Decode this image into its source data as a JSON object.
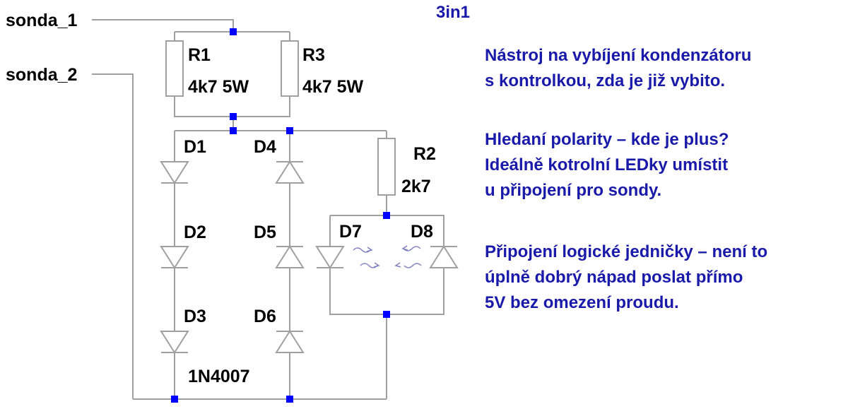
{
  "title": "3in1",
  "ports": {
    "probe1": "sonda_1",
    "probe2": "sonda_2"
  },
  "components": {
    "R1": {
      "name": "R1",
      "value": "4k7 5W"
    },
    "R3": {
      "name": "R3",
      "value": "4k7 5W"
    },
    "R2": {
      "name": "R2",
      "value": "2k7"
    },
    "D1": "D1",
    "D2": "D2",
    "D3": "D3",
    "D4": "D4",
    "D5": "D5",
    "D6": "D6",
    "D7": "D7",
    "D8": "D8",
    "diode_model": "1N4007"
  },
  "notes": [
    [
      "Nástroj na vybíjení kondenzátoru",
      "s kontrolkou, zda je již vybito."
    ],
    [
      "Hledaní polarity – kde je plus?",
      "Ideálně kotrolní LEDky umístit",
      "u připojení pro sondy."
    ],
    [
      "Připojení logické jedničky – není to",
      "úplně dobrý nápad poslat přímo",
      "5V bez omezení proudu."
    ]
  ],
  "colors": {
    "wire": "#a0a0a0",
    "node": "#0000ff",
    "note_text": "#1a1aaa",
    "label_text": "#000000"
  }
}
